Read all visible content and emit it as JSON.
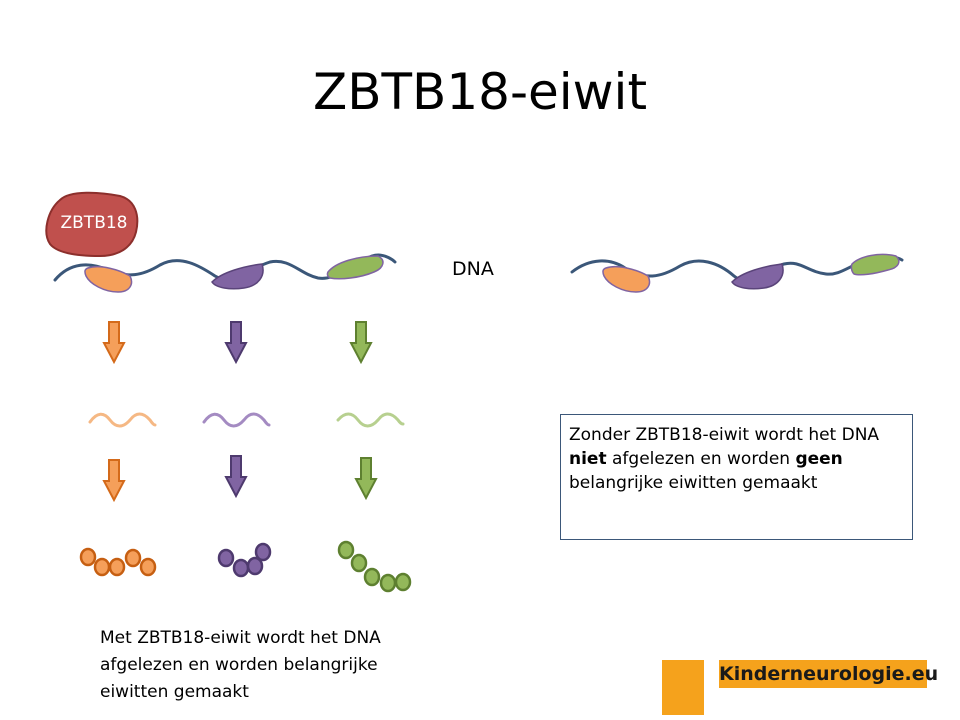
{
  "title": "ZBTB18-eiwit",
  "protein_label": "ZBTB18",
  "dna_label": "DNA",
  "right_box": {
    "part1": "Zonder ZBTB18-eiwit wordt het DNA ",
    "bold1": "niet",
    "part2": " afgelezen en worden ",
    "bold2": "geen",
    "part3": " belangrijke eiwitten gemaakt"
  },
  "left_caption": "Met ZBTB18-eiwit wordt het DNA afgelezen en worden belangrijke eiwitten gemaakt",
  "logo_text": "Kinderneurologie.eu",
  "colors": {
    "orange": "#f59f5a",
    "purple": "#8064a2",
    "green": "#93b85a",
    "dna_strand": "#3b5779",
    "protein_blob": "#c0504d",
    "logo_bg": "#f5a21c"
  }
}
